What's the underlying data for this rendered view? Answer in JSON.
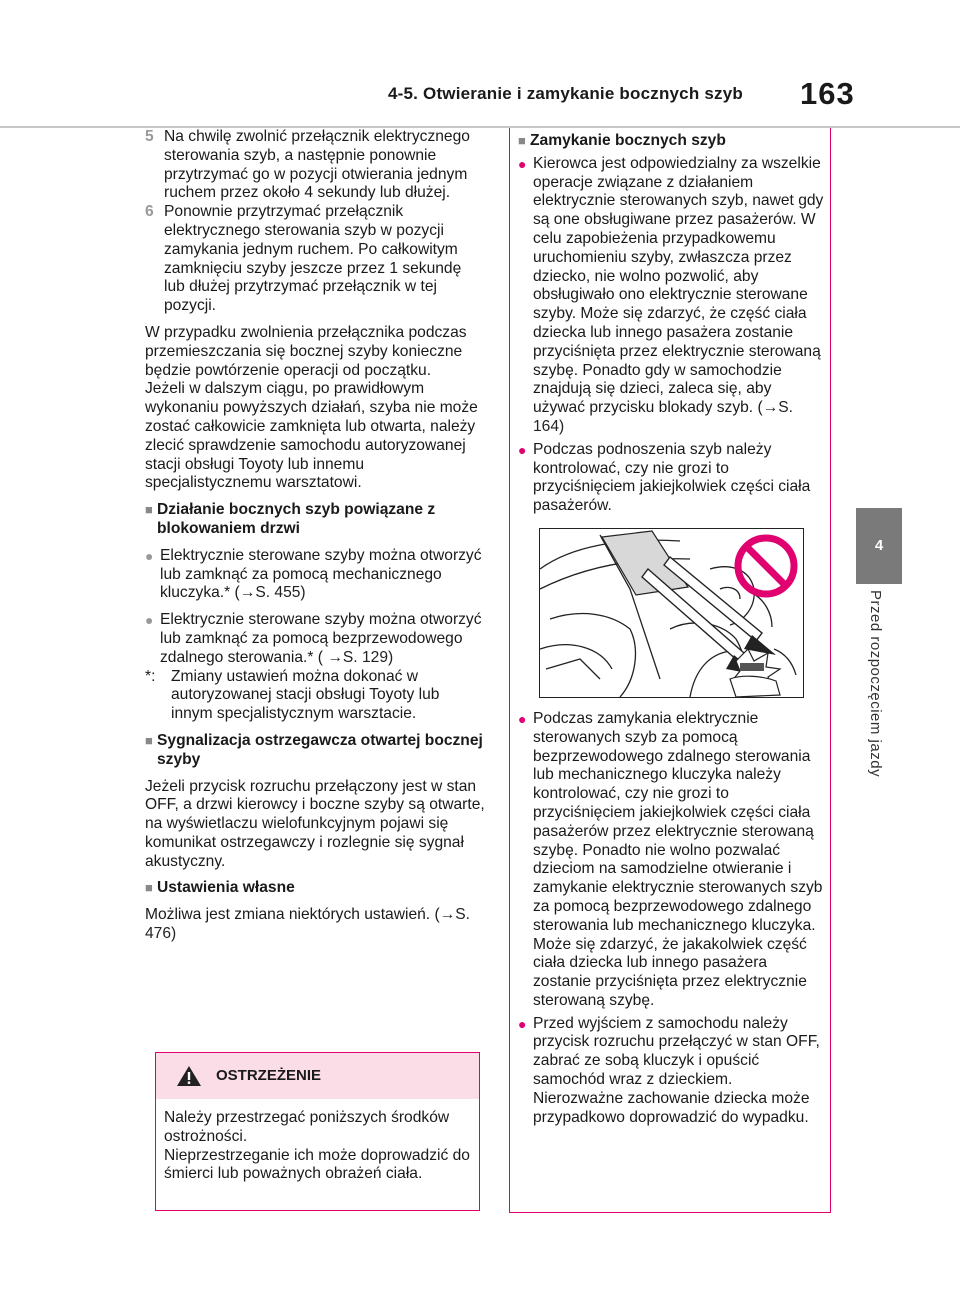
{
  "header": {
    "section_title": "4-5. Otwieranie i zamykanie bocznych szyb",
    "page_number": "163"
  },
  "side_tab": {
    "chapter_number": "4",
    "chapter_label": "Przed rozpoczęciem jazdy"
  },
  "left_column": {
    "steps": [
      {
        "num": "5",
        "text": "Na chwilę zwolnić przełącznik elektrycznego sterowania szyb, a następnie ponownie przytrzymać go w pozycji otwierania jednym ruchem przez około 4 sekundy lub dłużej."
      },
      {
        "num": "6",
        "text": "Ponownie przytrzymać przełącznik elektrycznego sterowania szyb w pozycji zamykania jednym ruchem. Po całkowitym zamknięciu szyby jeszcze przez 1 sekundę lub dłużej przytrzymać przełącznik w tej pozycji."
      }
    ],
    "para1": "W przypadku zwolnienia przełącznika podczas przemieszczania się bocznej szyby konieczne będzie powtórzenie operacji od początku.",
    "para2": "Jeżeli w dalszym ciągu, po prawidłowym wykonaniu powyższych działań, szyba nie może zostać całkowicie zamknięta lub otwarta, należy zlecić sprawdzenie samochodu autoryzowanej stacji obsługi Toyoty lub innemu specjalistycznemu warsztatowi.",
    "sec1_title": "Działanie bocznych szyb powiązane z blokowaniem drzwi",
    "sec1_bullets": [
      {
        "text": "Elektrycznie sterowane szyby można otworzyć lub zamknąć za pomocą mechanicznego kluczyka.* (",
        "ref": "→S. 455)"
      },
      {
        "text": "Elektrycznie sterowane szyby można otworzyć lub zamknąć za pomocą bezprzewodowego zdalnego sterowania.* (",
        "ref": "→S. 129)"
      }
    ],
    "note_mark": "*:",
    "note_text": "Zmiany ustawień można dokonać w autoryzowanej stacji obsługi Toyoty lub innym specjalistycznym warsztacie.",
    "sec2_title": "Sygnalizacja ostrzegawcza otwartej bocznej szyby",
    "sec2_text": "Jeżeli przycisk rozruchu przełączony jest w stan OFF, a drzwi kierowcy i boczne szyby są otwarte, na wyświetlaczu wielofunkcyjnym pojawi się komunikat ostrzegawczy i rozlegnie się sygnał akustyczny.",
    "sec3_title": "Ustawienia własne",
    "sec3_text": "Możliwa jest zmiana niektórych ustawień. (",
    "sec3_ref": "→S. 476)"
  },
  "warning": {
    "title": "OSTRZEŻENIE",
    "body1": "Należy przestrzegać poniższych środków ostrożności.",
    "body2": "Nieprzestrzeganie ich może doprowadzić do śmierci lub poważnych obrażeń ciała."
  },
  "right_column": {
    "title": "Zamykanie bocznych szyb",
    "bullets_top": [
      {
        "text": "Kierowca jest odpowiedzialny za wszelkie operacje związane z działaniem elektrycznie sterowanych szyb, nawet gdy są one obsługiwane przez pasażerów. W celu zapobieżenia przypadkowemu uruchomieniu szyby, zwłaszcza przez dziecko, nie wolno pozwolić, aby obsługiwało ono elektrycznie sterowane szyby. Może się zdarzyć, że część ciała dziecka lub innego pasażera zostanie przyciśnięta przez elektrycznie sterowaną szybę. Ponadto gdy w samochodzie znajdują się dzieci, zaleca się, aby używać przycisku blokady szyb. (",
        "ref": "→S. 164)"
      },
      {
        "text": "Podczas podnoszenia szyb należy kontrolować, czy nie grozi to przyciśnięciem jakiejkolwiek części ciała pasażerów.",
        "ref": ""
      }
    ],
    "bullets_bottom": [
      "Podczas zamykania elektrycznie sterowanych szyb za pomocą bezprzewodowego zdalnego sterowania lub mechanicznego kluczyka należy kontrolować, czy nie grozi to przyciśnięciem jakiejkolwiek części ciała pasażerów przez elektrycznie sterowaną szybę. Ponadto nie wolno pozwalać dzieciom na samodzielne otwieranie i zamykanie elektrycznie sterowanych szyb za pomocą bezprzewodowego zdalnego sterowania lub mechanicznego kluczyka. Może się zdarzyć, że jakakolwiek część ciała dziecka lub innego pasażera zostanie przyciśnięta przez elektrycznie sterowaną szybę.",
      "Przed wyjściem z samochodu należy przycisk rozruchu przełączyć w stan OFF, zabrać ze sobą kluczyk i opuścić samochód wraz z dzieckiem. Nierozważne zachowanie dziecka może przypadkowo doprowadzić do wypadku."
    ]
  },
  "colors": {
    "accent_magenta": "#e0006f",
    "warning_header_bg": "#fbdde8",
    "tab_gray": "#7a7a7a"
  },
  "icons": {
    "warning": "warning-triangle-icon",
    "prohibition": "prohibition-sign-icon"
  }
}
